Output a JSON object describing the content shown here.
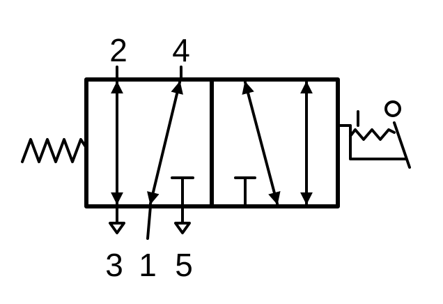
{
  "ports": {
    "top": [
      "2",
      "4"
    ],
    "bottom": [
      "3",
      "1",
      "5"
    ]
  },
  "colors": {
    "line": "#000000",
    "background": "#ffffff"
  },
  "actuators": {
    "left": "spring-icon",
    "right": "roller-lever-icon"
  }
}
